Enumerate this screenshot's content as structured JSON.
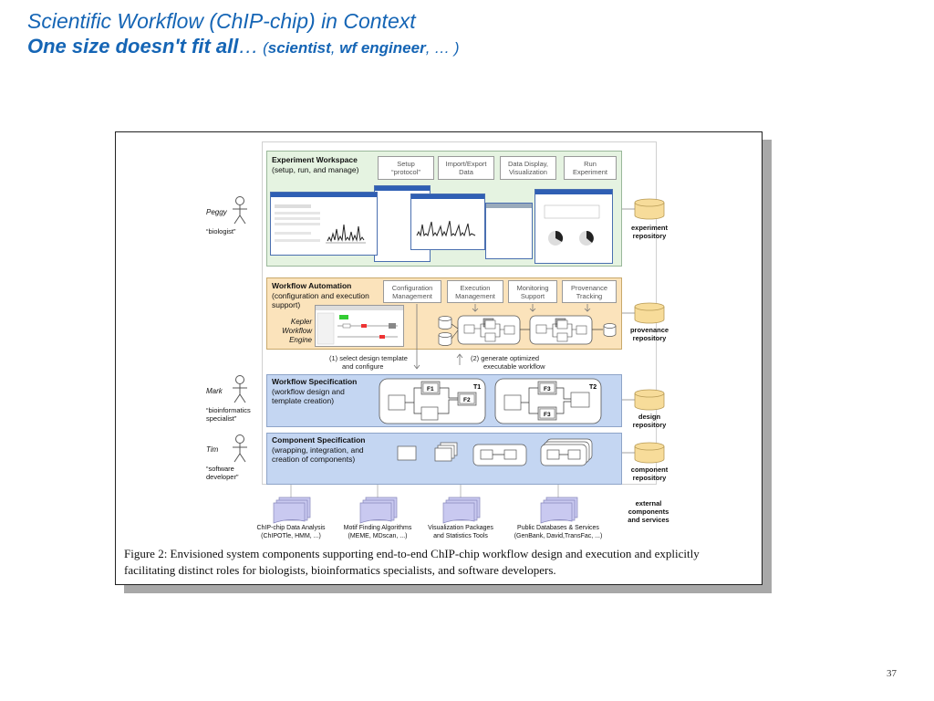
{
  "slide": {
    "title_line1": "Scientific Workflow (ChIP-chip) in Context",
    "title_line2_bold": "One size doesn't fit all",
    "title_line2_ellipsis": "…",
    "title_line2_paren_open": " (",
    "title_line2_role1": "scientist",
    "title_line2_comma1": ", ",
    "title_line2_role2": "wf engineer",
    "title_line2_rest": ", … )",
    "page_number": "37"
  },
  "figure": {
    "layers": {
      "experiment": {
        "title": "Experiment Workspace",
        "subtitle": "(setup, run, and manage)",
        "functions": [
          "Setup\n“protocol”",
          "Import/Export\nData",
          "Data Display,\nVisualization",
          "Run\nExperiment"
        ]
      },
      "automation": {
        "title": "Workflow Automation",
        "subtitle_line1": "(configuration and execution",
        "subtitle_line2": "support)",
        "engine_label": "Kepler\nWorkflow\nEngine",
        "functions": [
          "Configuration\nManagement",
          "Execution\nManagement",
          "Monitoring\nSupport",
          "Provenance\nTracking"
        ]
      },
      "specification": {
        "title": "Workflow Specification",
        "subtitle_line1": "(workflow design and",
        "subtitle_line2": "template creation)",
        "templates": [
          {
            "label": "T1",
            "functions": [
              "F1",
              "F2"
            ]
          },
          {
            "label": "T2",
            "functions": [
              "F3",
              "F3"
            ]
          }
        ]
      },
      "component": {
        "title": "Component Specification",
        "subtitle_line1": "(wrapping, integration, and",
        "subtitle_line2": "creation of components)"
      }
    },
    "steps": {
      "step1_line1": "(1)  select design template",
      "step1_line2": "and configure",
      "step2_line1": "(2)  generate optimized",
      "step2_line2": "executable workflow"
    },
    "repositories": [
      {
        "label": "experiment\nrepository"
      },
      {
        "label": "provenance\nrepository"
      },
      {
        "label": "design\nrepository"
      },
      {
        "label": "component\nrepository"
      }
    ],
    "people": [
      {
        "name": "Peggy",
        "role": "“biologist”"
      },
      {
        "name": "Mark",
        "role": "“bioinformatics\nspecialist”"
      },
      {
        "name": "Tim",
        "role": "“software\ndeveloper”"
      }
    ],
    "external": {
      "label": "external\ncomponents\nand services",
      "items": [
        {
          "line1": "ChIP-chip Data Analysis",
          "line2": "(ChIPOTle, HMM, ...)"
        },
        {
          "line1": "Motif Finding Algorithms",
          "line2": "(MEME, MDscan, ...)"
        },
        {
          "line1": "Visualization Packages",
          "line2": "and Statistics Tools"
        },
        {
          "line1": "Public Databases & Services",
          "line2": "(GenBank, David,TransFac, ...)"
        }
      ]
    },
    "caption": "Figure 2:  Envisioned system components supporting end-to-end ChIP-chip workflow design and execution and explicitly facilitating distinct roles for biologists, bioinformatics specialists, and software developers."
  },
  "colors": {
    "title_blue": "#1565b5",
    "experiment_green": "#e5f3e1",
    "automation_orange": "#fbe3bb",
    "spec_blue": "#c4d6f2",
    "repo_yellow": "#f7dc9a",
    "external_lavender": "#c9c9f0"
  }
}
